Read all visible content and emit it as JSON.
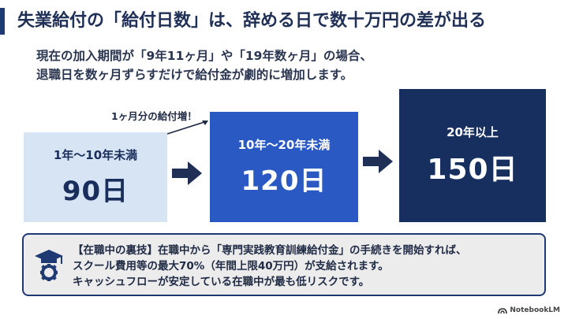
{
  "header": {
    "title": "失業給付の「給付日数」は、辞める日で数十万円の差が出る",
    "subtitle_lines": [
      "現在の加入期間が「9年11ヶ月」や「19年数ヶ月」の場合、",
      "退職日を数ヶ月ずらすだけで給付金が劇的に増加します。"
    ]
  },
  "tiers": [
    {
      "range": "1年〜10年未満",
      "days": "90日",
      "color": "#d6e4f4"
    },
    {
      "range": "10年〜20年未満",
      "days": "120日",
      "color": "#2a59c4"
    },
    {
      "range": "20年以上",
      "days": "150日",
      "color": "#172f5f"
    }
  ],
  "annotation": "1ヶ月分の給付増！",
  "tip": {
    "icon": "graduation-gear-icon",
    "lines": [
      "【在職中の裏技】在職中から「専門実践教育訓練給付金」の手続きを開始すれば、",
      "スクール費用等の最大70%（年間上限40万円）が支給されます。",
      "キャッシュフローが安定している在職中が最も低リスクです。"
    ]
  },
  "footer": {
    "brand": "NotebookLM"
  },
  "colors": {
    "accent": "#1f3a73",
    "tip_bg": "#ececec"
  }
}
